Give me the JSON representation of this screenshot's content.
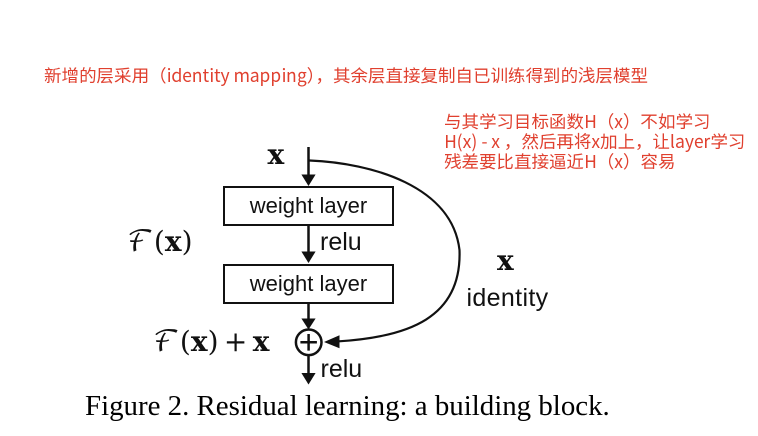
{
  "colors": {
    "annotation_red": "#e0402f",
    "diagram_ink": "#111111",
    "background": "#ffffff"
  },
  "annotations": {
    "top_note": "新增的层采用（identity mapping），其余层直接复制自已训练得到的浅层模型",
    "right_note_lines": [
      "与其学习目标函数H（x）不如学习",
      "H(x) - x ，然后再将x加上，让layer学习",
      "残差要比直接逼近H（x）容易"
    ]
  },
  "diagram": {
    "input_label": "x",
    "weight_layer_1": "weight layer",
    "relu_mid": "relu",
    "weight_layer_2": "weight layer",
    "residual_function": {
      "func": "ℱ",
      "lparen": "(",
      "arg": "x",
      "rparen": ")"
    },
    "output_sum": {
      "func": "ℱ",
      "lparen": "(",
      "arg": "x",
      "rparen": ")",
      "plus": " + ",
      "x2": "x"
    },
    "skip_x_label": "x",
    "skip_identity_label": "identity",
    "relu_out": "relu",
    "sum_operator": "+"
  },
  "caption": "Figure 2. Residual learning: a building block."
}
